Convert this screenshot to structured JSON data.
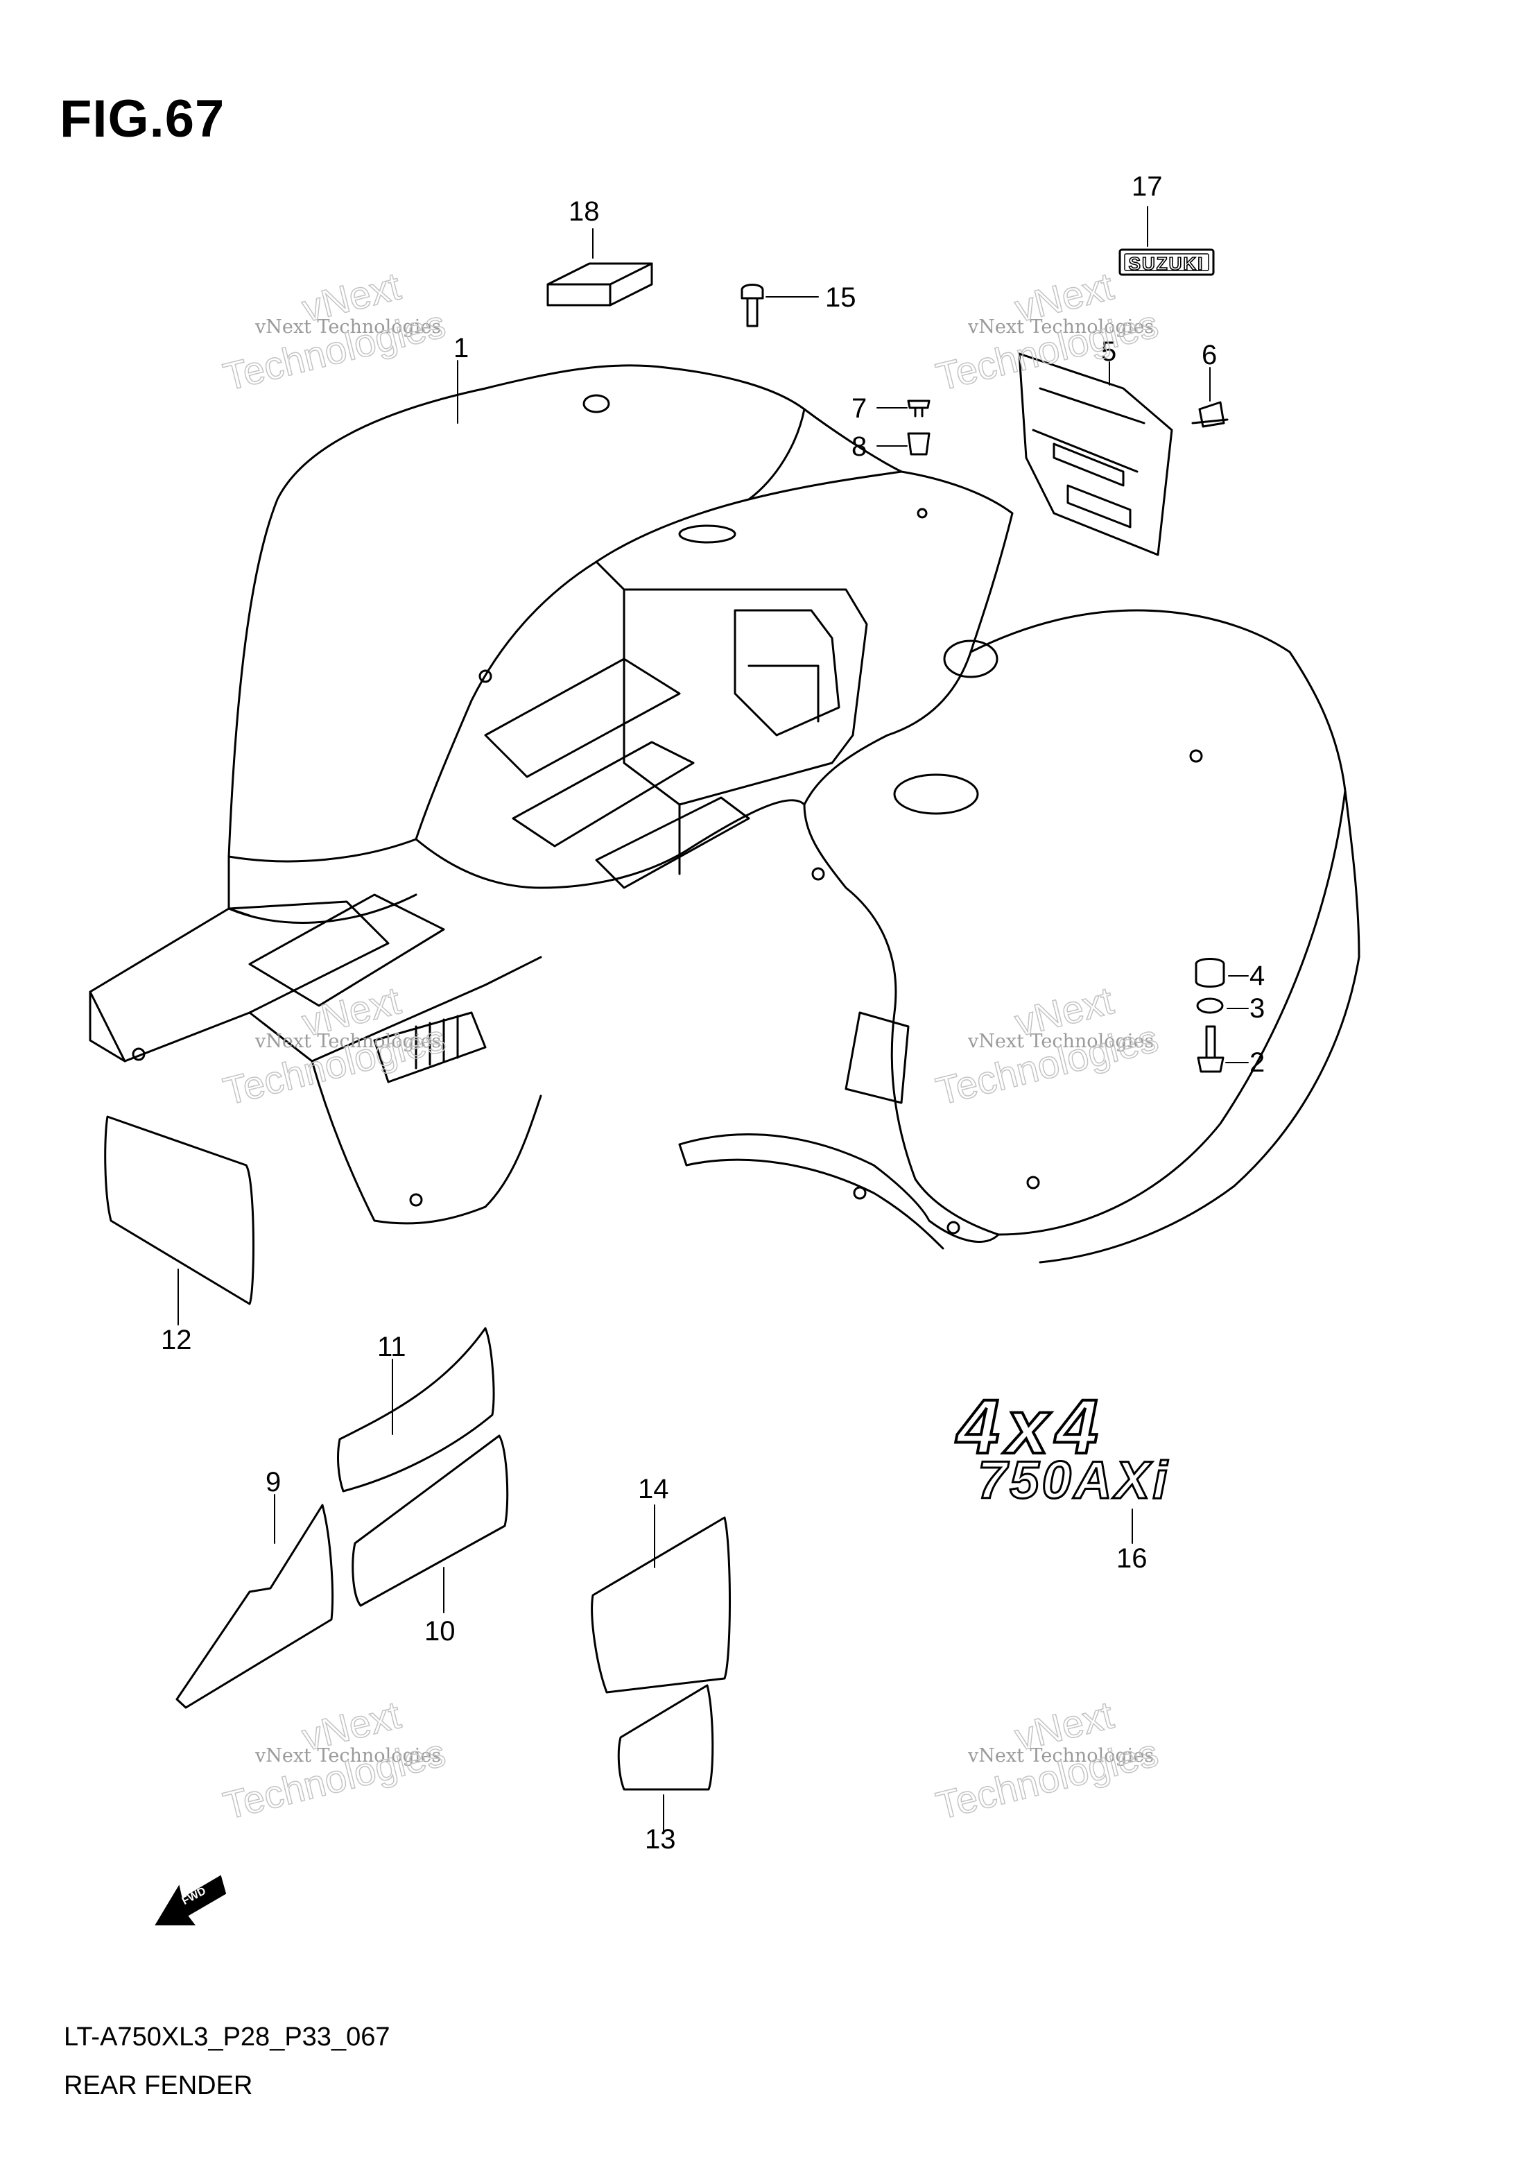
{
  "figure": {
    "label": "FIG.67",
    "code": "LT-A750XL3_P28_P33_067",
    "name": "REAR FENDER"
  },
  "callouts": [
    "1",
    "2",
    "3",
    "4",
    "5",
    "6",
    "7",
    "8",
    "9",
    "10",
    "11",
    "12",
    "13",
    "14",
    "15",
    "16",
    "17",
    "18"
  ],
  "decals": {
    "brand": "SUZUKI",
    "model_top": "4x4",
    "model_bottom": "750AXi",
    "direction": "FWD"
  },
  "watermark": {
    "line1": "vNext Technologies",
    "line2": "Technologies",
    "top": "vNext"
  }
}
